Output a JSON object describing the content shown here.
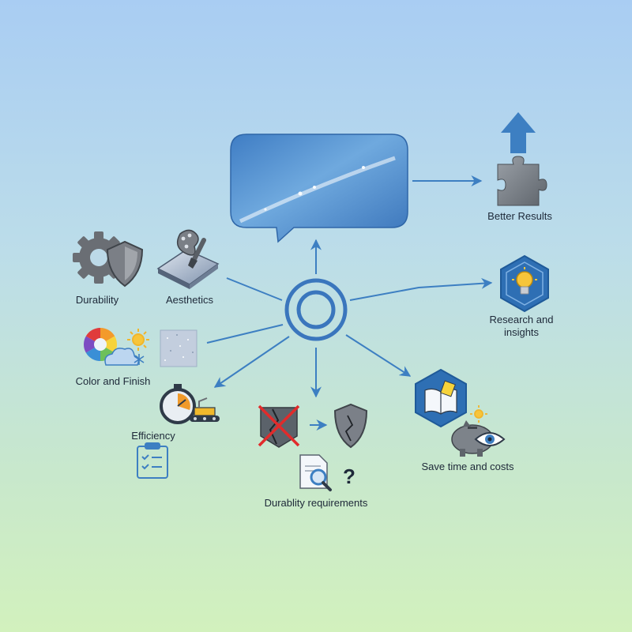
{
  "nodes": {
    "better_results": "Better Results",
    "research": "Research and\ninsights",
    "durability": "Durability",
    "aesthetics": "Aesthetics",
    "color_finish": "Color and Finish",
    "efficiency": "Efficiency",
    "durability_requirements": "Durablity requirements",
    "save_time": "Save time and costs"
  },
  "glyphs": {
    "question_mark": "?"
  },
  "colors": {
    "arrow": "#3d7fc2",
    "hub": "#3a76bd",
    "icon_gray": "#6a6e74",
    "hex_fill": "#2e6fb4",
    "bubble_light": "#8fc1ea",
    "bubble_dark": "#2f6cb0",
    "cross_red": "#e12b2b"
  }
}
